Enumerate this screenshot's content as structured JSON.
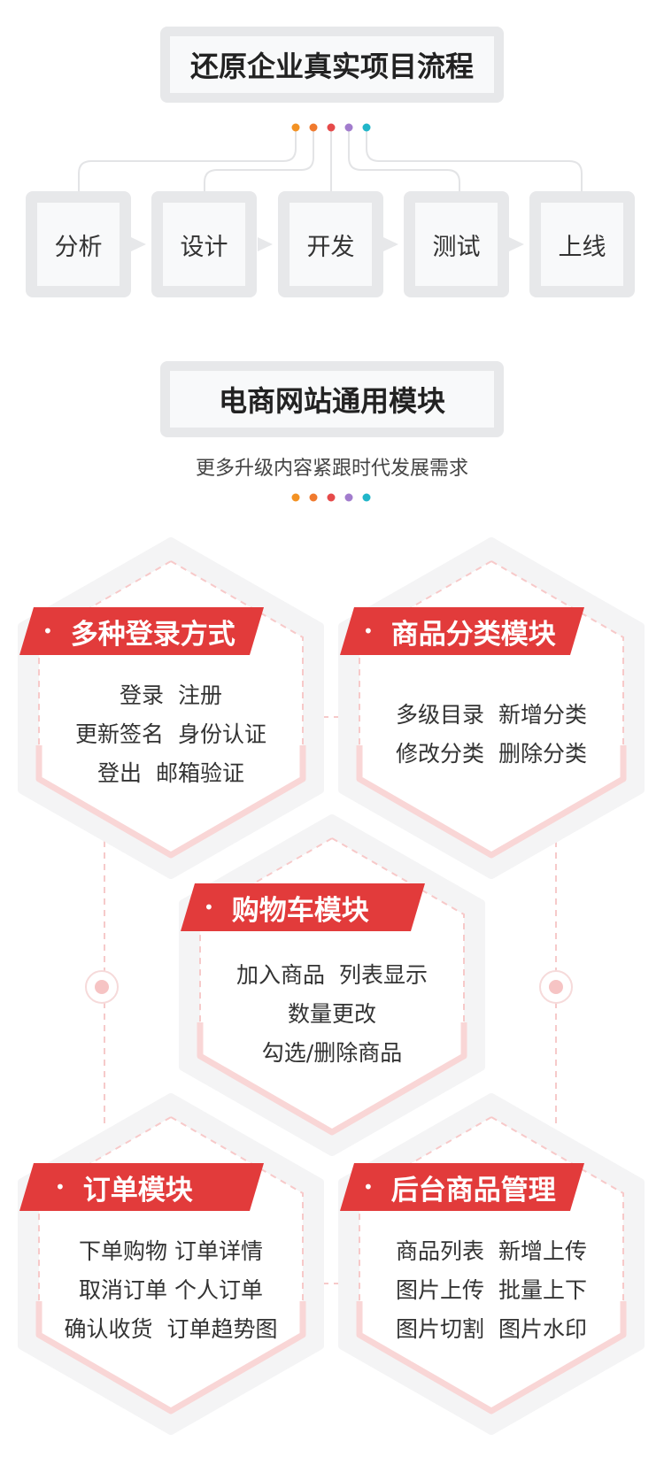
{
  "section1": {
    "title": "还原企业真实项目流程",
    "steps": [
      "分析",
      "设计",
      "开发",
      "测试",
      "上线"
    ],
    "dot_colors": [
      "#f39223",
      "#f07a2e",
      "#e64a4a",
      "#a27ccd",
      "#21b6c9"
    ]
  },
  "section2": {
    "title": "电商网站通用模块",
    "subtitle": "更多升级内容紧跟时代发展需求"
  },
  "colors": {
    "accent_red": "#e23b3b",
    "hex_outline": "#f4f4f5",
    "hex_pink": "#f9d6d6"
  },
  "modules": [
    {
      "title": "多种登录方式",
      "lines": [
        "登录  注册",
        "更新签名  身份认证",
        "登出  邮箱验证"
      ]
    },
    {
      "title": "商品分类模块",
      "lines": [
        "多级目录  新增分类",
        "修改分类  删除分类"
      ]
    },
    {
      "title": "购物车模块",
      "lines": [
        "加入商品  列表显示",
        "数量更改",
        "勾选/删除商品"
      ]
    },
    {
      "title": "订单模块",
      "lines": [
        "下单购物 订单详情",
        "取消订单 个人订单",
        "确认收货  订单趋势图"
      ]
    },
    {
      "title": "后台商品管理",
      "lines": [
        "商品列表  新增上传",
        "图片上传  批量上下",
        "图片切割  图片水印"
      ]
    }
  ]
}
